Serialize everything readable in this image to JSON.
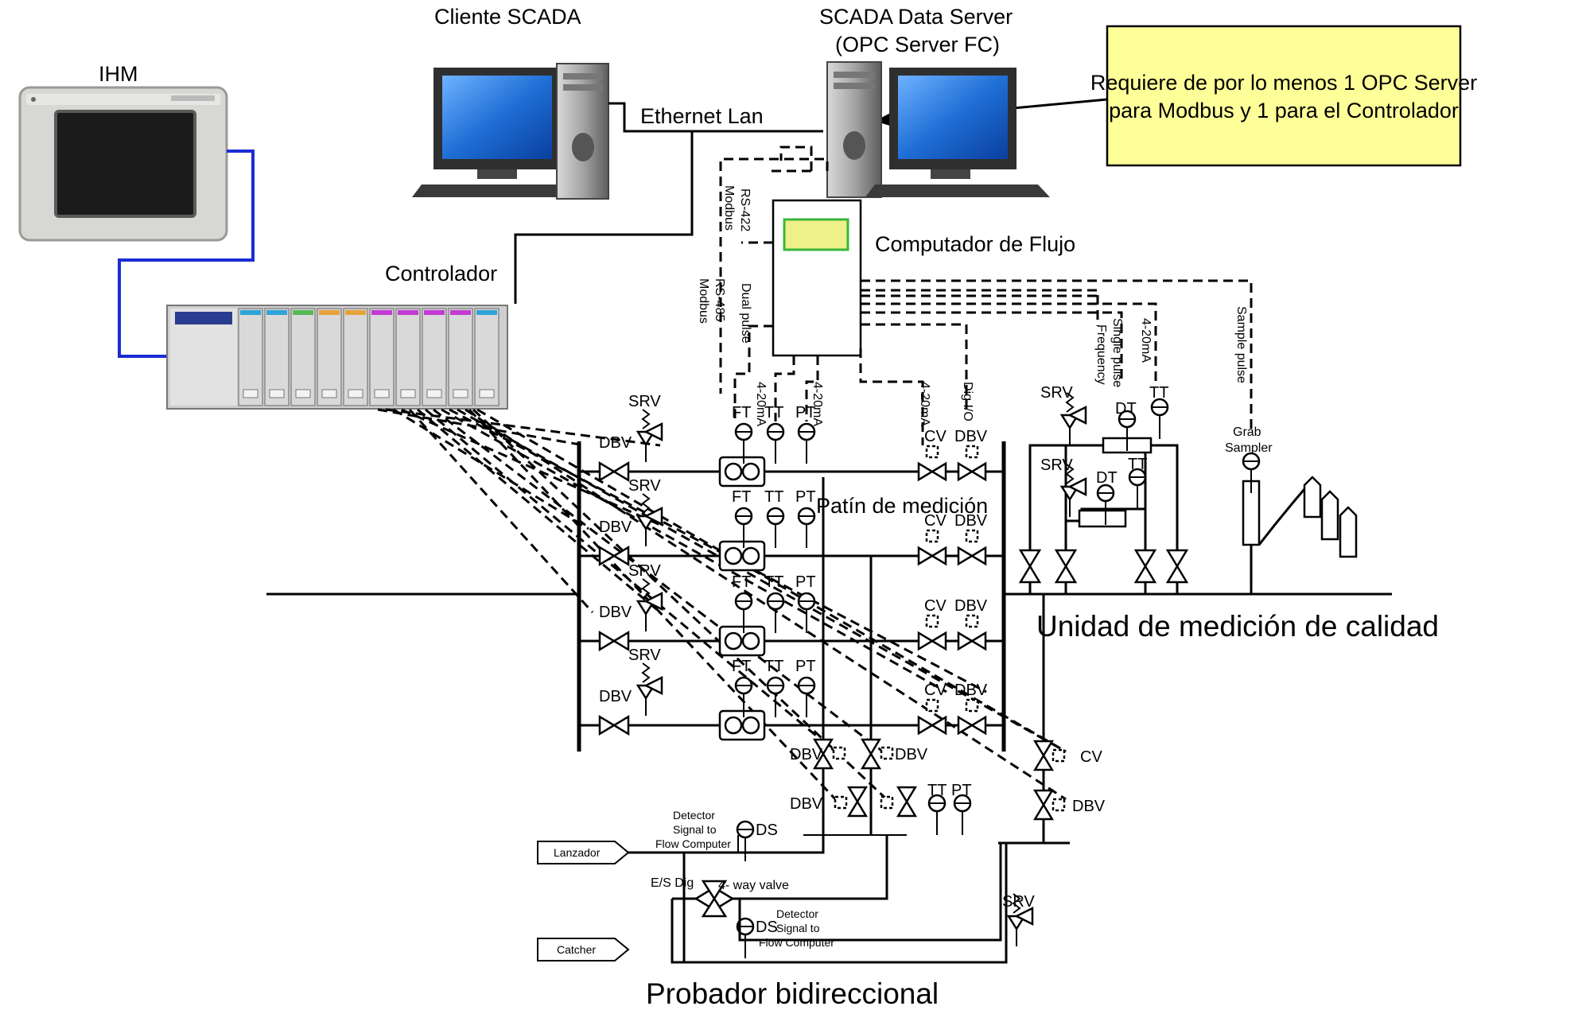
{
  "labels": {
    "ihm": "IHM",
    "scada_client": "Cliente SCADA",
    "scada_server_1": "SCADA Data Server",
    "scada_server_2": "(OPC Server FC)",
    "note_line1": "Requiere de por lo menos 1 OPC Server",
    "note_line2": "para Modbus y 1 para el Controlador",
    "ethernet": "Ethernet Lan",
    "controller": "Controlador",
    "flow_computer": "Computador de Flujo",
    "rs422": "RS-422",
    "modbus_a": "Modbus",
    "rs485": "RS-485",
    "modbus_b": "Modbus",
    "dual_pulse": "Dual pulse",
    "ma_a": "4-20mA",
    "ma_b": "4-20mA",
    "ma_c": "4-20mA",
    "ma_d": "4-20mA",
    "dig_io": "Dig I/O",
    "single_pulse": "Single pulse",
    "frequency": "Frequency",
    "sample_pulse": "Sample pulse",
    "skid": "Patín de medición",
    "quality": "Unidad de medición de calidad",
    "prover": "Probador bidireccional",
    "grab_1": "Grab",
    "grab_2": "Sampler",
    "launcher": "Lanzador",
    "catcher": "Catcher",
    "det1_1": "Detector",
    "det1_2": "Signal to",
    "det1_3": "Flow Computer",
    "det2_1": "Detector",
    "det2_2": "Signal to",
    "det2_3": "Flow Computer",
    "es_dig": "E/S Dig",
    "four_way": "4- way valve",
    "srv": "SRV",
    "dbv": "DBV",
    "cv": "CV",
    "ft": "FT",
    "tt": "TT",
    "pt": "PT",
    "dt": "DT",
    "ds": "DS"
  },
  "colors": {
    "note_bg": "#ffff99",
    "monitor_blue": "#1f6fd6",
    "ihm_cable": "#1a2cd4",
    "fc_display": "#eef08a",
    "fc_display_border": "#3bb53b"
  },
  "icons": {
    "workstation": "desktop-computer-icon",
    "hmi_panel": "touch-panel-icon",
    "plc_rack": "plc-rack-icon",
    "gate_valve": "bowtie-valve-icon",
    "relief_valve": "spring-relief-valve-icon",
    "turbine_meter": "flow-meter-icon",
    "instrument": "instrument-bubble-icon",
    "sample_cylinder": "gas-cylinder-icon"
  }
}
